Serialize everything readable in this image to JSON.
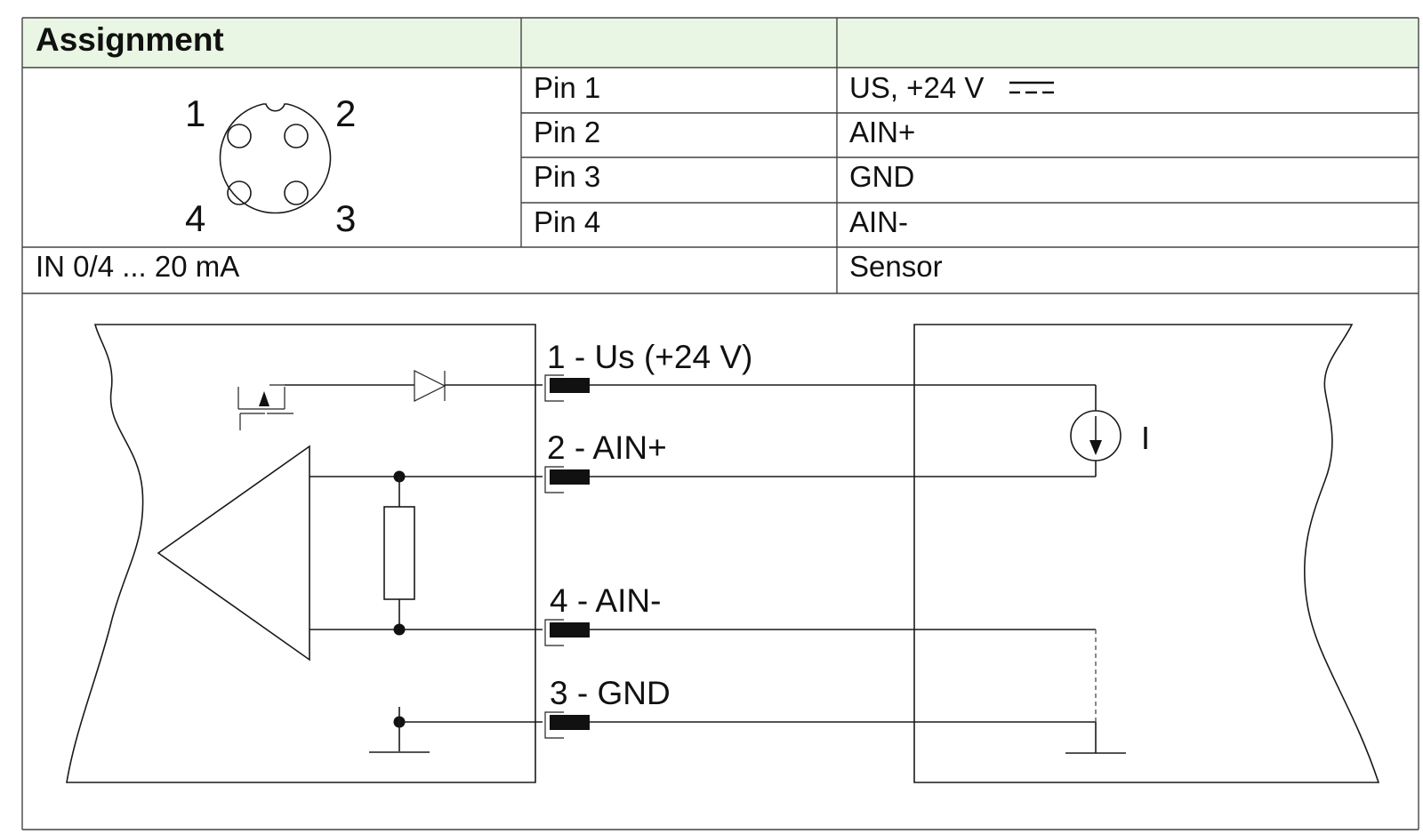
{
  "table": {
    "header_title": "Assignment",
    "rows": [
      {
        "pin": "Pin 1",
        "signal": "US, +24 V"
      },
      {
        "pin": "Pin 2",
        "signal": "AIN+"
      },
      {
        "pin": "Pin 3",
        "signal": "GND"
      },
      {
        "pin": "Pin 4",
        "signal": "AIN-"
      }
    ],
    "input_range": "IN 0/4 ... 20 mA",
    "sensor_label": "Sensor"
  },
  "connector": {
    "pin_numbers": [
      "1",
      "2",
      "3",
      "4"
    ]
  },
  "diagram": {
    "terminals": [
      "1 - Us (+24 V)",
      "2 - AIN+",
      "4 - AIN-",
      "3 - GND"
    ],
    "current_source_label": "I"
  },
  "colors": {
    "header_bg": "#eaf6e4",
    "border": "#444444",
    "line": "#1a1a1a"
  }
}
